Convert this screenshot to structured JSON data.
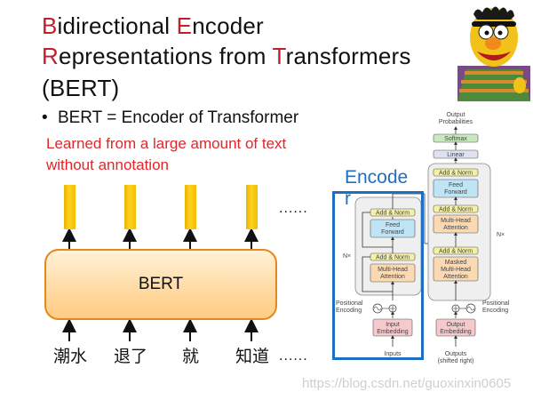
{
  "title": {
    "line1": [
      {
        "text": "B",
        "red": true
      },
      {
        "text": "idirectional ",
        "red": false
      },
      {
        "text": "E",
        "red": true
      },
      {
        "text": "ncoder",
        "red": false
      }
    ],
    "line2": [
      {
        "text": "R",
        "red": true
      },
      {
        "text": "epresentations from ",
        "red": false
      },
      {
        "text": "T",
        "red": true
      },
      {
        "text": "ransformers",
        "red": false
      }
    ],
    "line3": [
      {
        "text": "(BERT)",
        "red": false
      }
    ]
  },
  "bullet": {
    "mark": "•",
    "text": "BERT =  Encoder of Transformer"
  },
  "note": {
    "line1": "Learned from a large amount of text",
    "line2": "without annotation"
  },
  "bert_box_label": "BERT",
  "outputs_ellipsis": "......",
  "inputs": [
    "潮水",
    "退了",
    "就",
    "知道"
  ],
  "inputs_ellipsis": "......",
  "encoder_label": {
    "line1": "Encode",
    "line2": "r"
  },
  "transformer": {
    "output_probabilities": [
      "Output",
      "Probabilities"
    ],
    "softmax": "Softmax",
    "linear": "Linear",
    "add_norm": "Add & Norm",
    "feed_forward": [
      "Feed",
      "Forward"
    ],
    "multi_head": [
      "Multi-Head",
      "Attention"
    ],
    "masked_multi_head": [
      "Masked",
      "Multi-Head",
      "Attention"
    ],
    "nx": "N×",
    "positional_encoding": [
      "Positional",
      "Encoding"
    ],
    "input_embedding": [
      "Input",
      "Embedding"
    ],
    "output_embedding": [
      "Output",
      "Embedding"
    ],
    "inputs": "Inputs",
    "outputs": [
      "Outputs",
      "(shifted right)"
    ]
  },
  "watermark": "https://blog.csdn.net/guoxinxin0605",
  "colors": {
    "accent_red": "#c0202a",
    "note_red": "#e0262a",
    "encoder_blue": "#1e6fc1",
    "bert_orange": "#e08a1b",
    "output_yellow": "#ffd21f"
  }
}
